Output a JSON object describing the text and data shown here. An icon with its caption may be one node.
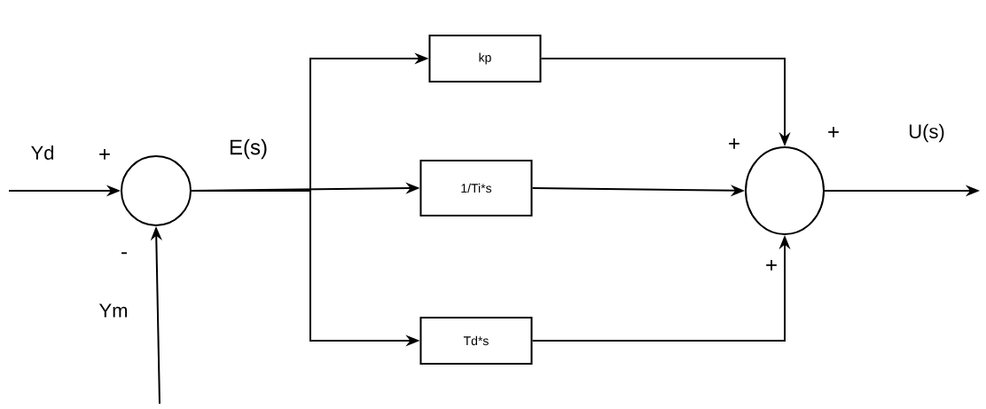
{
  "diagram": {
    "nodes": [
      {
        "text": [],
        "shape": "circle"
      },
      {
        "text": [
          "kp"
        ]
      },
      {
        "text": [
          "1/Ti*s"
        ]
      },
      {
        "text": [
          "Td*s"
        ]
      },
      {
        "text": [],
        "shape": "circle"
      }
    ],
    "edges": [
      {
        "from": null,
        "to": 0,
        "arrow": "to",
        "label": "Yd"
      },
      {
        "from": null,
        "to": 0,
        "arrow": "to",
        "label": "Ym"
      },
      {
        "from": 0,
        "to": 1,
        "arrow": "to"
      },
      {
        "from": 0,
        "to": 2,
        "arrow": "to"
      },
      {
        "from": 0,
        "to": 3,
        "arrow": "to"
      },
      {
        "from": 1,
        "to": 4,
        "arrow": "to"
      },
      {
        "from": 2,
        "to": 4,
        "arrow": "to"
      },
      {
        "from": 3,
        "to": 4,
        "arrow": "to"
      },
      {
        "from": 4,
        "to": null,
        "arrow": "to",
        "label": "U(s)"
      }
    ],
    "labels": [
      "+",
      "E(s)",
      "+",
      "+",
      "-",
      "+"
    ]
  }
}
